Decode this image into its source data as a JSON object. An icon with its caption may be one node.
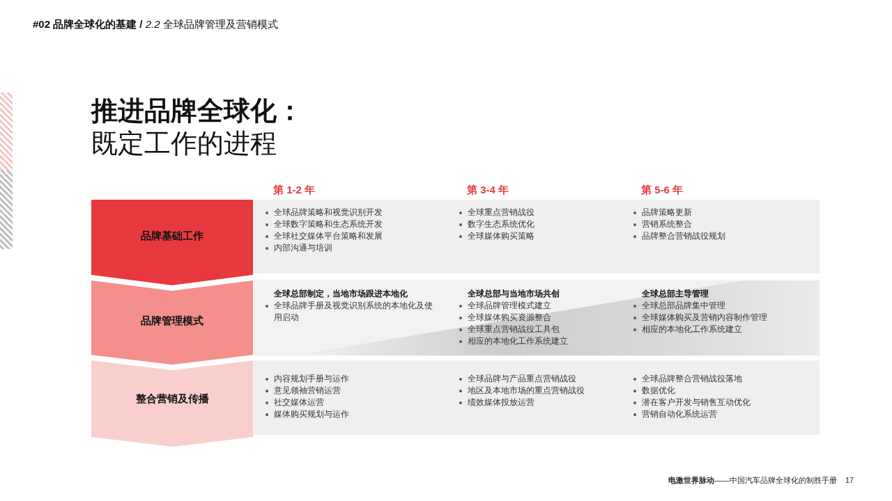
{
  "diagram": {
    "title": "**推进品牌全球化：**既定工作的进程",
    "nodes": [
      {
        "text": [
          "品牌基础工作"
        ]
      },
      {
        "text": [
          "全球品牌策略和视觉识别开发",
          "全球数字策略和生态系统开发",
          "全球社交媒体平台策略和发展",
          "内部沟通与培训",
          "全球重点营销战役",
          "数字生态系统优化",
          "全球媒体购买策略",
          "品牌策略更新",
          "营销系统整合",
          "品牌整合营销战役规划"
        ]
      },
      {
        "text": [
          "品牌管理模式"
        ]
      },
      {
        "text": [
          "全球总部制定，当地市场跟进本地化",
          "全球品牌手册及视觉识别系统的本地化及使用启动",
          "全球总部与当地市场共创",
          "全球品牌管理模式建立",
          "全球媒体购买资源整合",
          "全球重点营销战役工具包",
          "相应的本地化工作系统建立",
          "全球总部主导管理",
          "全球总部品牌集中管理",
          "全球媒体购买及营销内容制作管理",
          "相应的本地化工作系统建立"
        ]
      },
      {
        "text": [
          "整合营销及传播"
        ]
      },
      {
        "text": [
          "内容规划手册与运作",
          "意见领袖营销运营",
          "社交媒体运营",
          "媒体购买规划与运作",
          "全球品牌与产品重点营销战役",
          "地区及本地市场的重点营销战役",
          "绩效媒体投放运营",
          "全球品牌整合营销战役落地",
          "数据优化",
          "潜在客户开发与销售互动优化",
          "营销自动化系统运营"
        ]
      }
    ],
    "labels": [
      "**#02 品牌全球化的基建 /** *2.2* 全球品牌管理及营销模式",
      "第 1-2 年",
      "第 3-4 年",
      "第 5-6 年",
      "**电激世界脉动**——中国汽车品牌全球化的制胜手册",
      "17"
    ]
  }
}
